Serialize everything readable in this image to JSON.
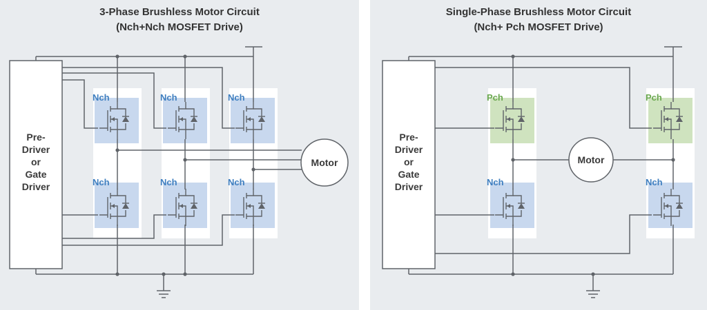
{
  "colors": {
    "background": "#e9ecef",
    "wire": "#5f6368",
    "nch_fill": "#c8d8ee",
    "nch_text": "#3f7fc0",
    "pch_fill": "#cfe3bf",
    "pch_text": "#6aa84f",
    "column_bg": "#ffffff"
  },
  "left": {
    "title_line1": "3-Phase Brushless Motor Circuit",
    "title_line2": "(Nch+Nch MOSFET Drive)",
    "driver_lines": [
      "Pre-",
      "Driver",
      "or",
      "Gate",
      "Driver"
    ],
    "motor_label": "Motor",
    "high_side_labels": [
      "Nch",
      "Nch",
      "Nch"
    ],
    "low_side_labels": [
      "Nch",
      "Nch",
      "Nch"
    ]
  },
  "right": {
    "title_line1": "Single-Phase Brushless Motor Circuit",
    "title_line2": "(Nch+ Pch MOSFET Drive)",
    "driver_lines": [
      "Pre-",
      "Driver",
      "or",
      "Gate",
      "Driver"
    ],
    "motor_label": "Motor",
    "high_side_labels": [
      "Pch",
      "Pch"
    ],
    "low_side_labels": [
      "Nch",
      "Nch"
    ]
  },
  "icons": [
    "vdd-supply-icon",
    "ground-icon",
    "mosfet-icon",
    "body-diode-icon"
  ]
}
